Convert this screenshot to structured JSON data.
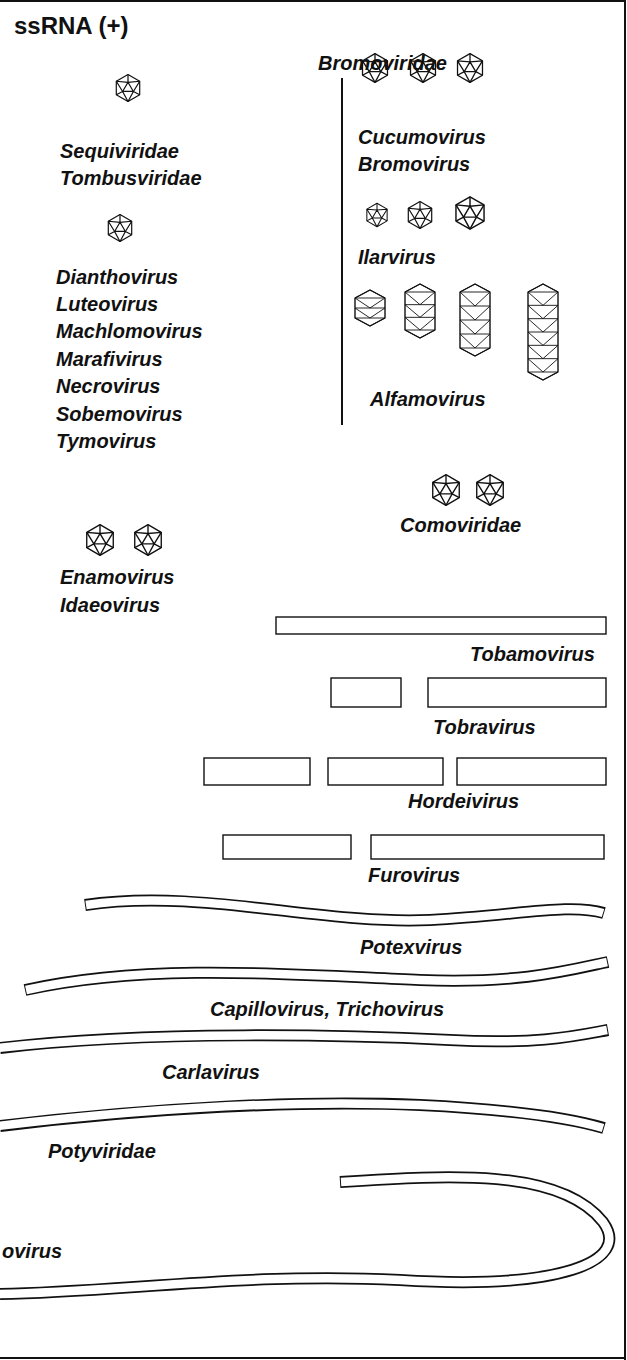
{
  "diagram": {
    "title": "ssRNA (+)",
    "labels": [
      "Bromoviridae",
      "Sequiviridae",
      "Tombusviridae",
      "Cucumovirus",
      "Bromovirus",
      "Ilarvirus",
      "Dianthovirus",
      "Luteovirus",
      "Machlomovirus",
      "Marafivirus",
      "Necrovirus",
      "Sobemovirus",
      "Tymovirus",
      "Alfamovirus",
      "Comoviridae",
      "Enamovirus",
      "Idaeovirus",
      "Tobamovirus",
      "Tobravirus",
      "Hordeivirus",
      "Furovirus",
      "Potexvirus",
      "Capillovirus, Trichovirus",
      "Carlavirus",
      "Potyviridae",
      "ovirus"
    ]
  }
}
